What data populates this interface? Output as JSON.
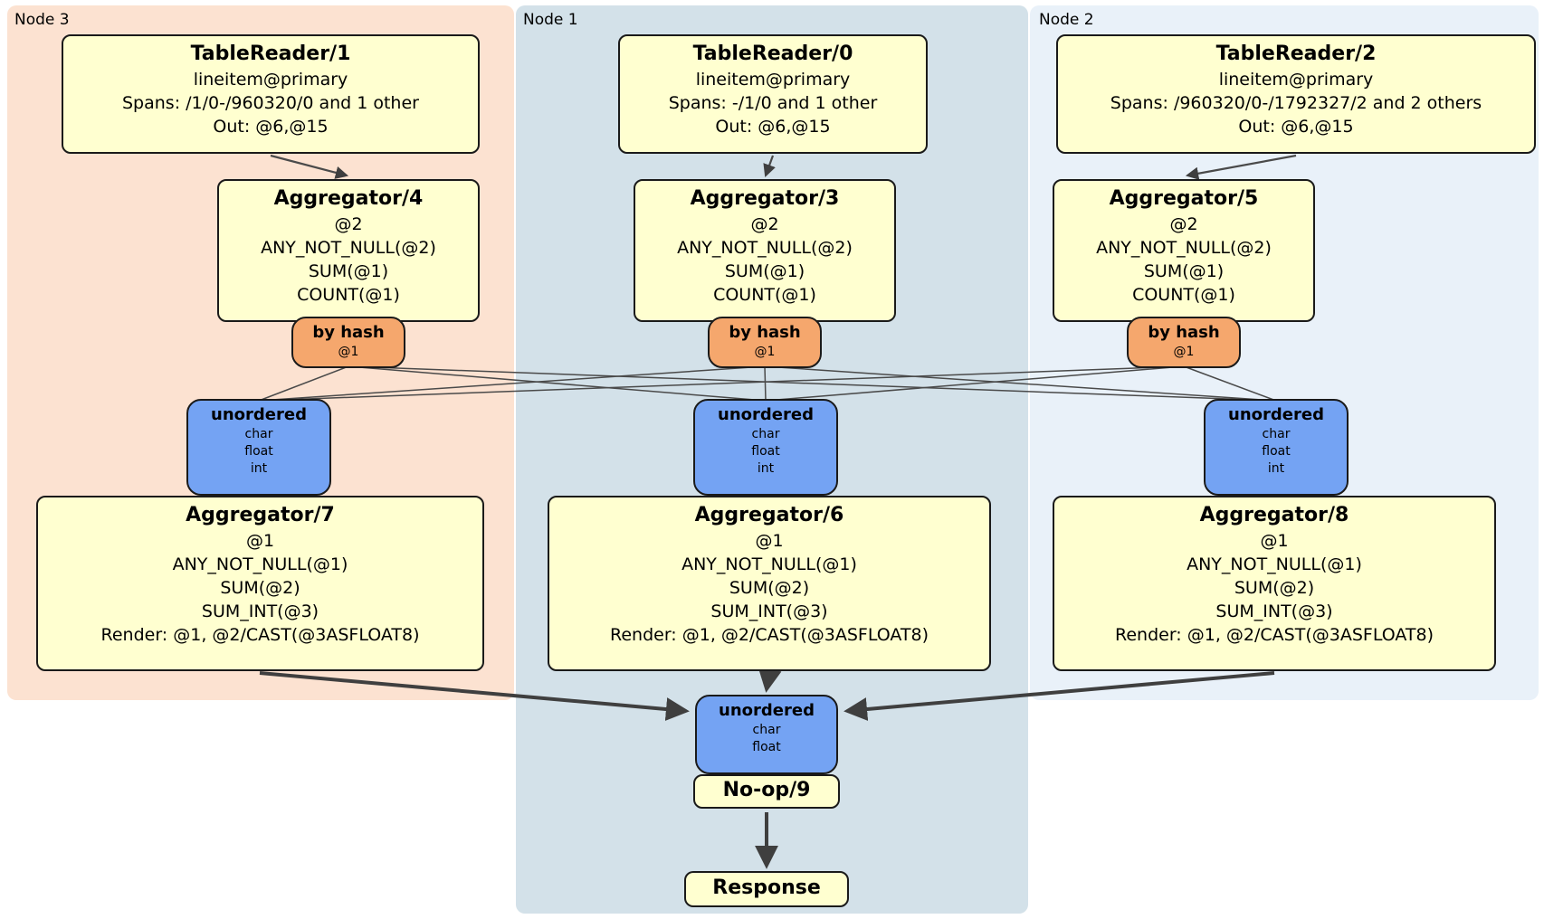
{
  "colors": {
    "node3_bg": "#fce2d1",
    "node1_bg": "#d3e1e9",
    "node2_bg": "#e9f1f9",
    "processor_bg": "#ffffd0",
    "hash_router_bg": "#f5a76d",
    "stream_bg": "#74a3f3",
    "edge": "#4a4a4a"
  },
  "panels": {
    "node3": {
      "label": "Node 3"
    },
    "node1": {
      "label": "Node 1"
    },
    "node2": {
      "label": "Node 2"
    }
  },
  "boxes": {
    "tablereader1": {
      "title": "TableReader/1",
      "lines": [
        "lineitem@primary",
        "Spans: /1/0-/960320/0 and 1 other",
        "Out: @6,@15"
      ]
    },
    "tablereader0": {
      "title": "TableReader/0",
      "lines": [
        "lineitem@primary",
        "Spans: -/1/0 and 1 other",
        "Out: @6,@15"
      ]
    },
    "tablereader2": {
      "title": "TableReader/2",
      "lines": [
        "lineitem@primary",
        "Spans: /960320/0-/1792327/2 and 2 others",
        "Out: @6,@15"
      ]
    },
    "aggregator4": {
      "title": "Aggregator/4",
      "lines": [
        "@2",
        "ANY_NOT_NULL(@2)",
        "SUM(@1)",
        "COUNT(@1)"
      ]
    },
    "aggregator3": {
      "title": "Aggregator/3",
      "lines": [
        "@2",
        "ANY_NOT_NULL(@2)",
        "SUM(@1)",
        "COUNT(@1)"
      ]
    },
    "aggregator5": {
      "title": "Aggregator/5",
      "lines": [
        "@2",
        "ANY_NOT_NULL(@2)",
        "SUM(@1)",
        "COUNT(@1)"
      ]
    },
    "byhash3": {
      "title": "by hash",
      "lines": [
        "@1"
      ]
    },
    "byhash1": {
      "title": "by hash",
      "lines": [
        "@1"
      ]
    },
    "byhash2": {
      "title": "by hash",
      "lines": [
        "@1"
      ]
    },
    "unordered3": {
      "title": "unordered",
      "lines": [
        "char",
        "float",
        "int"
      ]
    },
    "unordered1": {
      "title": "unordered",
      "lines": [
        "char",
        "float",
        "int"
      ]
    },
    "unordered2": {
      "title": "unordered",
      "lines": [
        "char",
        "float",
        "int"
      ]
    },
    "aggregator7": {
      "title": "Aggregator/7",
      "lines": [
        "@1",
        "ANY_NOT_NULL(@1)",
        "SUM(@2)",
        "SUM_INT(@3)",
        "Render: @1, @2/CAST(@3ASFLOAT8)"
      ]
    },
    "aggregator6": {
      "title": "Aggregator/6",
      "lines": [
        "@1",
        "ANY_NOT_NULL(@1)",
        "SUM(@2)",
        "SUM_INT(@3)",
        "Render: @1, @2/CAST(@3ASFLOAT8)"
      ]
    },
    "aggregator8": {
      "title": "Aggregator/8",
      "lines": [
        "@1",
        "ANY_NOT_NULL(@1)",
        "SUM(@2)",
        "SUM_INT(@3)",
        "Render: @1, @2/CAST(@3ASFLOAT8)"
      ]
    },
    "unordered_final": {
      "title": "unordered",
      "lines": [
        "char",
        "float"
      ]
    },
    "noop": {
      "title": "No-op/9"
    },
    "response": {
      "title": "Response"
    }
  }
}
